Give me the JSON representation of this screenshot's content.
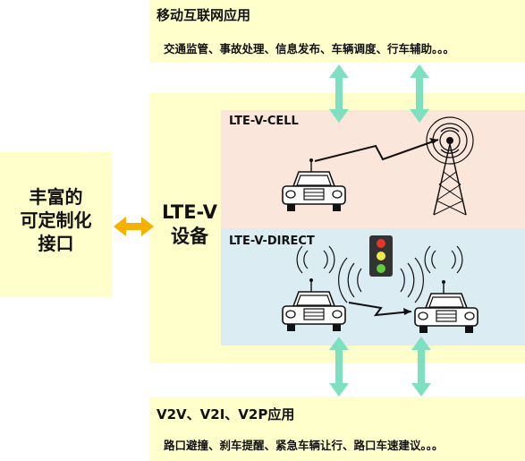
{
  "top_panel": {
    "title": "移动互联网应用",
    "description": "交通监管、事故处理、信息发布、车辆调度、行车辅助。。。"
  },
  "bottom_panel": {
    "title": "V2V、V2I、V2P应用",
    "description": "路口避撞、刹车提醒、紧急车辆让行、路口车速建议。。。"
  },
  "left_panel": {
    "lines": [
      "丰富的",
      "可定制化",
      "接口"
    ]
  },
  "device": {
    "lines": [
      "LTE-V",
      "设备"
    ]
  },
  "cell_mode": {
    "label": "LTE-V-CELL"
  },
  "direct_mode": {
    "label": "LTE-V-DIRECT"
  },
  "colors": {
    "panel_yellow": "#ffffcc",
    "cell_bg": "#fbe6dc",
    "direct_bg": "#dbecf2",
    "arrow_green": "#7fe0c0",
    "arrow_orange": "#f5b000",
    "light_red": "#e8322a",
    "light_yellow": "#f2e94a",
    "light_green": "#5fd03a"
  },
  "icons": [
    "car-icon",
    "cell-tower-icon",
    "traffic-light-icon",
    "lightning-link-icon",
    "wireless-signal-icon",
    "double-arrow-icon"
  ]
}
